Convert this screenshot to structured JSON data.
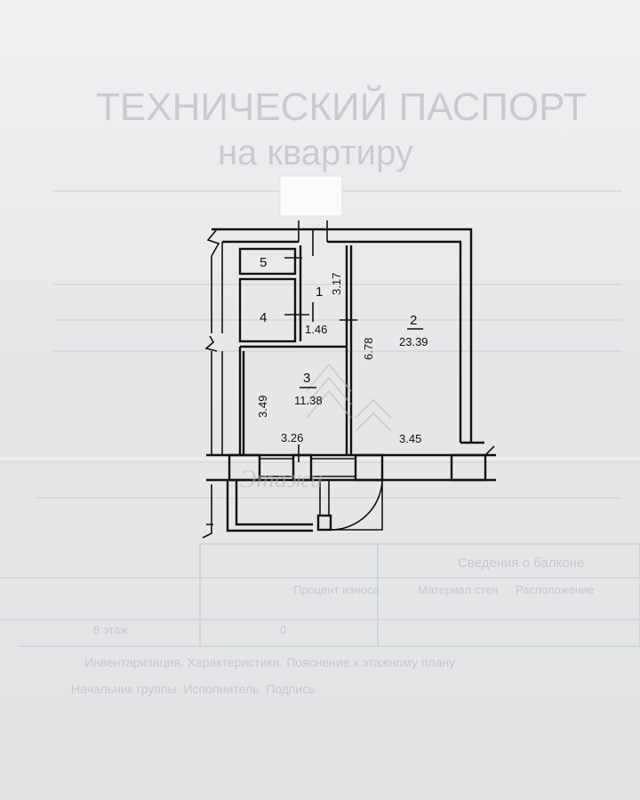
{
  "header_faded": {
    "line1": "ТЕХНИЧЕСКИЙ ПАСПОРТ",
    "line2": "на квартиру"
  },
  "rooms": [
    {
      "id": "1",
      "area": "3.17",
      "width": "1.46"
    },
    {
      "id": "2",
      "area": "23.39",
      "length": "6.78",
      "width": "3.45"
    },
    {
      "id": "3",
      "area": "11.38",
      "length": "3.49",
      "width": "3.26"
    },
    {
      "id": "4"
    },
    {
      "id": "5"
    }
  ],
  "watermark": "Этажи",
  "faded_table": {
    "header_left": "Сведения о балконе",
    "col1": "Материал стен",
    "col2": "Процент износа",
    "col3": "Расположение",
    "row_value_1": "8 этаж",
    "row_value_2": "0"
  },
  "footer_faded": {
    "line1": "Инвентаризация. Характеристики. Пояснение к этажному плану",
    "line2": "Начальник группы. Исполнитель. Подпись"
  }
}
